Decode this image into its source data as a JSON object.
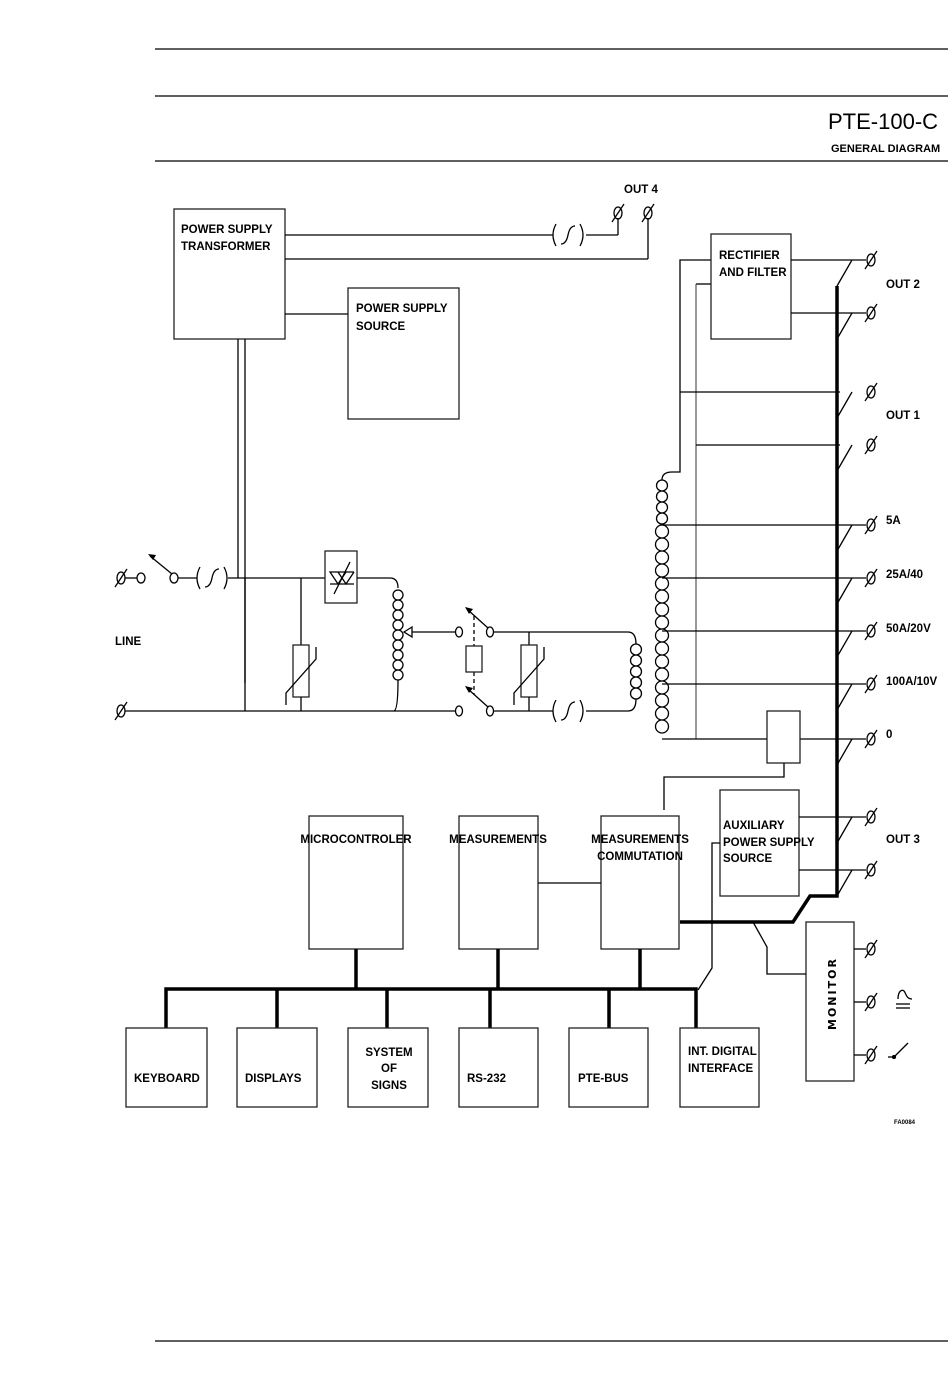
{
  "header": {
    "model": "PTE-100-C",
    "subtitle": "GENERAL DIAGRAM"
  },
  "blocks": {
    "power_supply_transformer": [
      "POWER SUPPLY",
      "TRANSFORMER"
    ],
    "power_supply_source": [
      "POWER SUPPLY",
      "SOURCE"
    ],
    "rectifier_filter": [
      "RECTIFIER",
      "AND FILTER"
    ],
    "microcontroller": [
      "MICROCONTROLER"
    ],
    "measurements": [
      "MEASUREMENTS"
    ],
    "measurements_commutation": [
      "MEASUREMENTS",
      "COMMUTATION"
    ],
    "auxiliary_power_supply": [
      "AUXILIARY",
      "POWER SUPPLY",
      "SOURCE"
    ],
    "monitor": "MONITOR",
    "keyboard": [
      "KEYBOARD"
    ],
    "displays": [
      "DISPLAYS"
    ],
    "system_of_signs": [
      "SYSTEM",
      "OF",
      "SIGNS"
    ],
    "rs232": [
      "RS-232"
    ],
    "pte_bus": [
      "PTE-BUS"
    ],
    "int_digital_interface": [
      "INT. DIGITAL",
      "INTERFACE"
    ]
  },
  "labels": {
    "line": "LINE",
    "out4": "OUT 4",
    "out2": "OUT 2",
    "out1": "OUT 1",
    "out3": "OUT 3",
    "tap_5a": "5A",
    "tap_25a": "25A/40",
    "tap_50a": "50A/20V",
    "tap_100a": "100A/10V",
    "tap_0": "0",
    "figure_code": "FA0084"
  }
}
